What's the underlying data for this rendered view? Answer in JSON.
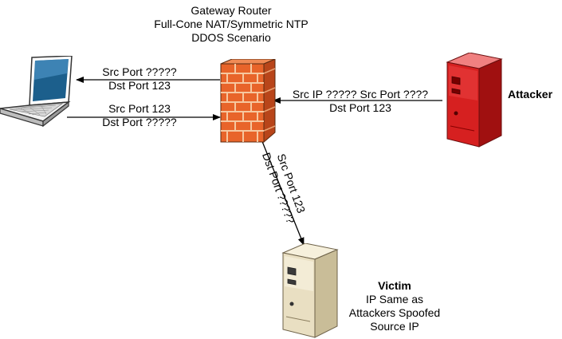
{
  "title": {
    "line1": "Gateway Router",
    "line2": "Full-Cone NAT/Symmetric NTP",
    "line3": "DDOS Scenario"
  },
  "labels": {
    "laptop_in_1": "Src Port ?????",
    "laptop_in_2": "Dst Port 123",
    "laptop_out_1": "Src Port 123",
    "laptop_out_2": "Dst Port ?????",
    "attacker_to_fw_1": "Src IP ????? Src Port ????",
    "attacker_to_fw_2": "Dst Port 123",
    "fw_to_victim_1": "Src Port 123",
    "fw_to_victim_2": "Dst Port ?????"
  },
  "nodes": {
    "attacker": "Attacker",
    "victim_title": "Victim",
    "victim_line1": "IP Same as",
    "victim_line2": "Attackers Spoofed",
    "victim_line3": "Source IP"
  },
  "colors": {
    "firewall_brick": "#e8642a",
    "firewall_mortar": "#f6c79f",
    "attacker_server": "#d62020",
    "victim_server": "#e9dfc2",
    "laptop_body": "#ffffff",
    "laptop_screen": "#1c5f8c"
  },
  "icons": {
    "laptop": "laptop-icon",
    "firewall": "firewall-icon",
    "attacker": "server-icon",
    "victim": "server-icon"
  }
}
